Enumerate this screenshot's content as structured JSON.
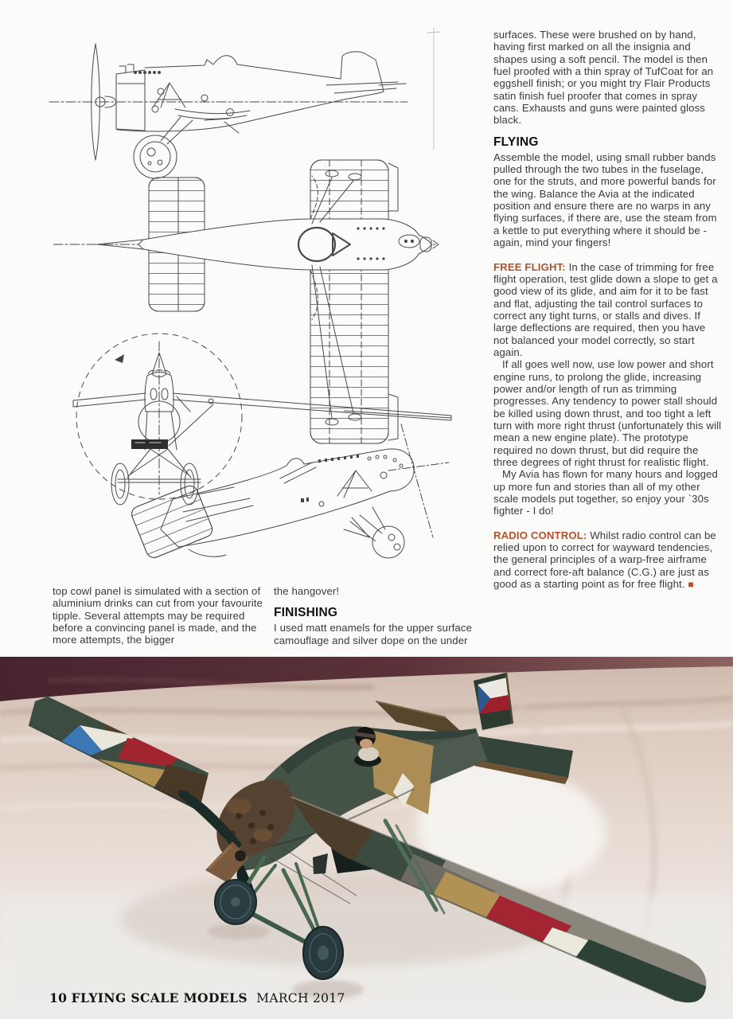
{
  "colors": {
    "accent_orange": "#b5512a",
    "heading_black": "#101010",
    "body_text": "#3a3a3a",
    "photo_maroon_band": "#4a2530",
    "photo_sheet": "#e2d4ca",
    "camo_green": "#3c4b3f",
    "camo_ochre": "#b19254",
    "insignia_red": "#a32532",
    "insignia_blue": "#3c76b0"
  },
  "right_column": {
    "p1": "surfaces. These were brushed on by hand, having first marked on all the insignia and shapes using a soft pencil. The model is then fuel proofed with a thin spray of TufCoat for an eggshell finish; or you might try Flair Products satin finish fuel proofer that comes in spray cans. Exhausts and guns were painted gloss black.",
    "flying_heading": "FLYING",
    "flying_body": "Assemble the model, using small rubber bands pulled through the two tubes in the fuselage, one for the struts, and more powerful bands for the wing. Balance the Avia at the indicated position and ensure there are no warps in any flying surfaces, if there are, use the steam from a kettle to put everything where it should be - again, mind your fingers!",
    "free_flight_label": "FREE FLIGHT:",
    "free_flight_body": "In the case of trimming for free flight operation, test glide down a slope to get a good view of its glide, and aim for it to be fast and flat, adjusting the tail control surfaces to correct any tight turns, or stalls and dives. If large deflections are required, then you have not balanced your model correctly, so start again.",
    "free_flight_p2": "If all goes well now, use low power and short engine runs, to prolong the glide, increasing power and/or length of run as trimming progresses. Any tendency to power stall should be killed using down thrust, and too tight a left turn with more right thrust (unfortunately this will mean a new engine plate). The prototype required no down thrust, but did require the three degrees of right thrust for realistic flight.",
    "free_flight_p3": "My Avia has flown for many hours and logged up more fun and stories than all of my other scale models put together, so enjoy your `30s fighter - I do!",
    "radio_label": "RADIO CONTROL:",
    "radio_body": "Whilst radio control can be relied upon to correct for wayward tendencies, the general principles of a warp-free airframe and correct fore-aft balance (C.G.) are just as good as a starting point as for free flight.",
    "end_mark": "■"
  },
  "bottom_columns": {
    "col1": "top cowl panel is simulated with a section of aluminium drinks can cut from your favourite tipple. Several attempts may be required before a convincing panel is made, and the more attempts, the bigger",
    "col2_lead": "the hangover!",
    "finishing_heading": "FINISHING",
    "finishing_body": "I used matt enamels for the upper surface camouflage and silver dope on the under"
  },
  "footer": {
    "page_number": "10",
    "magazine": "FLYING SCALE MODELS",
    "issue": "MARCH 2017"
  }
}
